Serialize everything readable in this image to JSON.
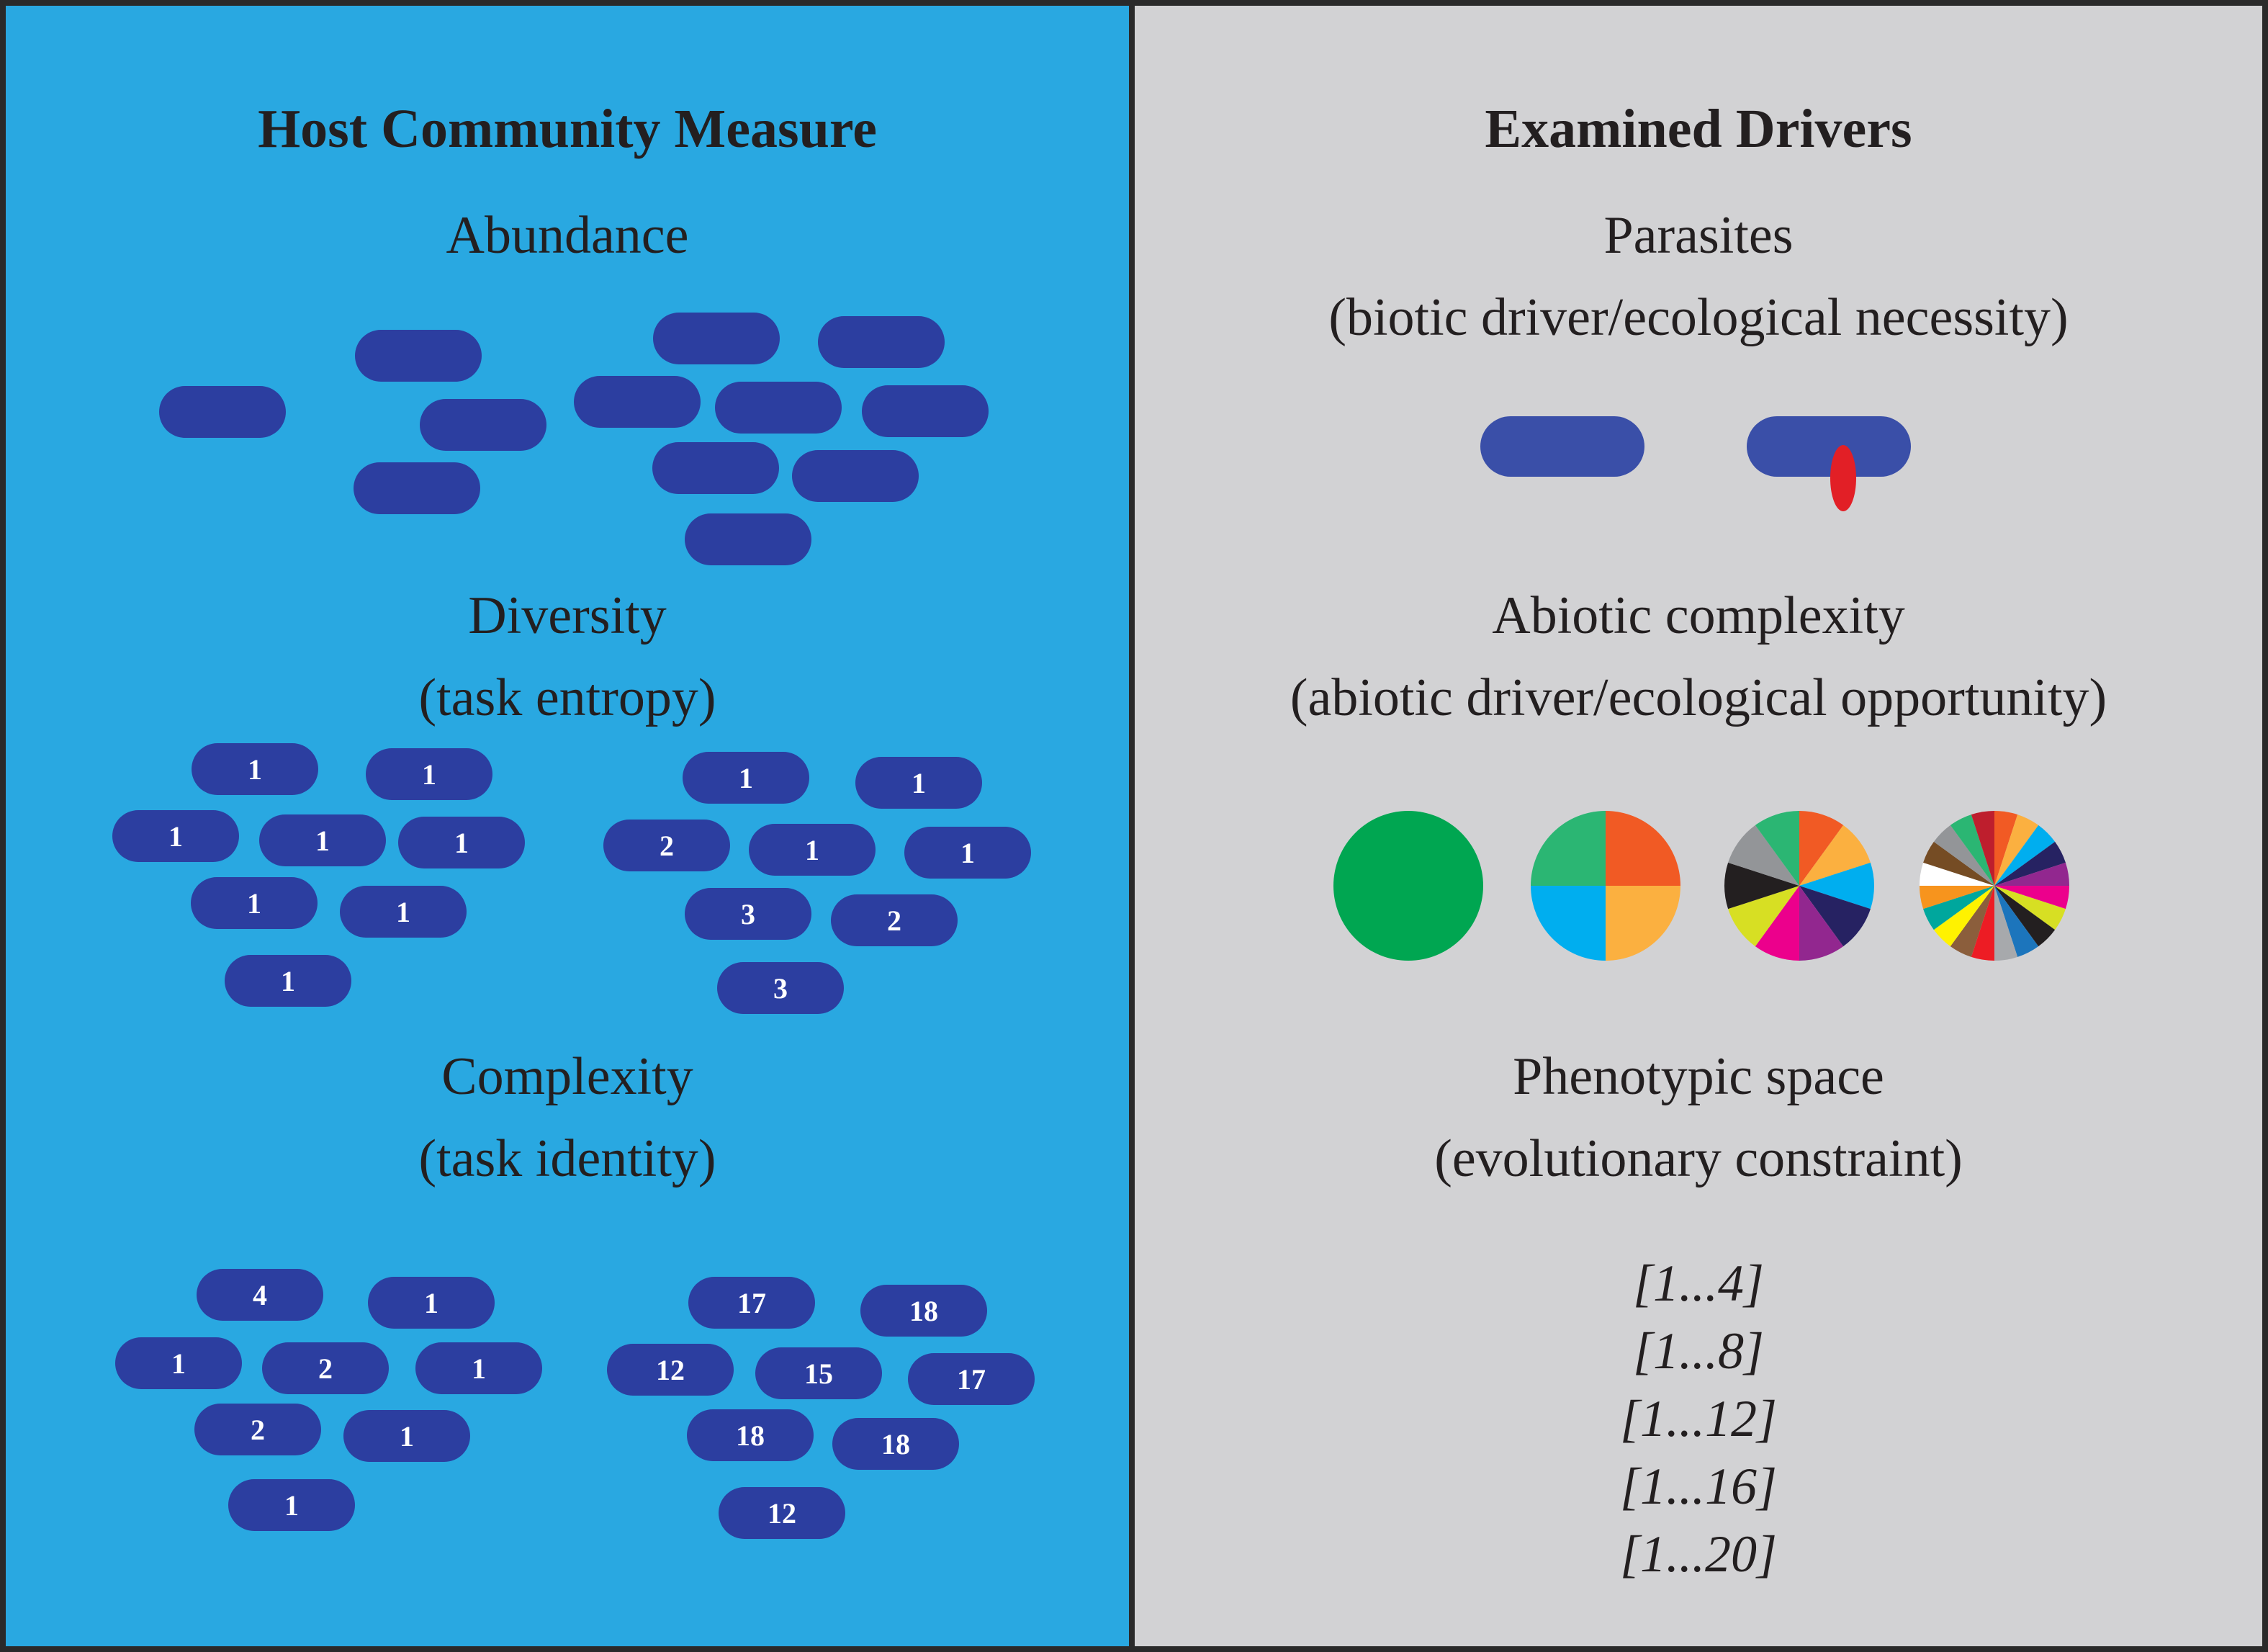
{
  "left": {
    "heading": "Host Community Measure",
    "abundance": {
      "title": "Abundance"
    },
    "diversity": {
      "title": "Diversity",
      "subtitle": "(task entropy)",
      "group_a": [
        "1",
        "1",
        "1",
        "1",
        "1",
        "1",
        "1",
        "1"
      ],
      "group_b": [
        "1",
        "1",
        "2",
        "1",
        "1",
        "3",
        "2",
        "3"
      ]
    },
    "complexity": {
      "title": "Complexity",
      "subtitle": "(task identity)",
      "group_a": [
        "4",
        "1",
        "1",
        "2",
        "1",
        "2",
        "1",
        "1"
      ],
      "group_b": [
        "17",
        "18",
        "12",
        "15",
        "17",
        "18",
        "18",
        "12"
      ]
    }
  },
  "right": {
    "heading": "Examined Drivers",
    "parasites": {
      "title": "Parasites",
      "subtitle": "(biotic driver/ecological necessity)"
    },
    "abiotic": {
      "title": "Abiotic complexity",
      "subtitle": "(abiotic driver/ecological opportunity)",
      "pies": [
        {
          "colors": [
            "#00a651"
          ]
        },
        {
          "colors": [
            "#f15a24",
            "#fbb040",
            "#00aeef",
            "#2bb673"
          ]
        },
        {
          "colors": [
            "#f15a24",
            "#fbb040",
            "#00aeef",
            "#262262",
            "#92278f",
            "#ec008c",
            "#d7df23",
            "#231f20",
            "#939598",
            "#2bb673"
          ]
        },
        {
          "colors": [
            "#f15a24",
            "#fbb040",
            "#00aeef",
            "#262262",
            "#92278f",
            "#ec008c",
            "#d7df23",
            "#231f20",
            "#1c75bc",
            "#a7a9ac",
            "#ed1c24",
            "#8b5e3c",
            "#fff200",
            "#00a79d",
            "#f7941d",
            "#ffffff",
            "#754c24",
            "#939598",
            "#2bb673",
            "#be1e2d"
          ]
        }
      ]
    },
    "phenotypic": {
      "title": "Phenotypic space",
      "subtitle": "(evolutionary constraint)",
      "ranges": [
        "[1...4]",
        "[1...8]",
        "[1...12]",
        "[1...16]",
        "[1...20]"
      ]
    }
  }
}
